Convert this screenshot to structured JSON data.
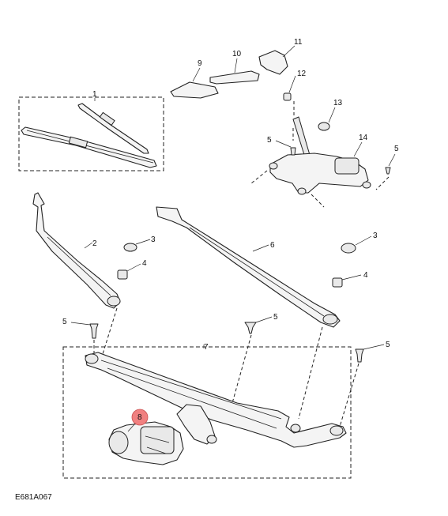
{
  "reference_code": "E681A067",
  "callouts": {
    "c1": "1",
    "c2": "2",
    "c3a": "3",
    "c3b": "3",
    "c4a": "4",
    "c4b": "4",
    "c5a": "5",
    "c5b": "5",
    "c5c": "5",
    "c5d": "5",
    "c5e": "5",
    "c6": "6",
    "c7": "7",
    "c8": "8",
    "c9": "9",
    "c10": "10",
    "c11": "11",
    "c12": "12",
    "c13": "13",
    "c14": "14"
  },
  "highlight_color": "#f08080"
}
